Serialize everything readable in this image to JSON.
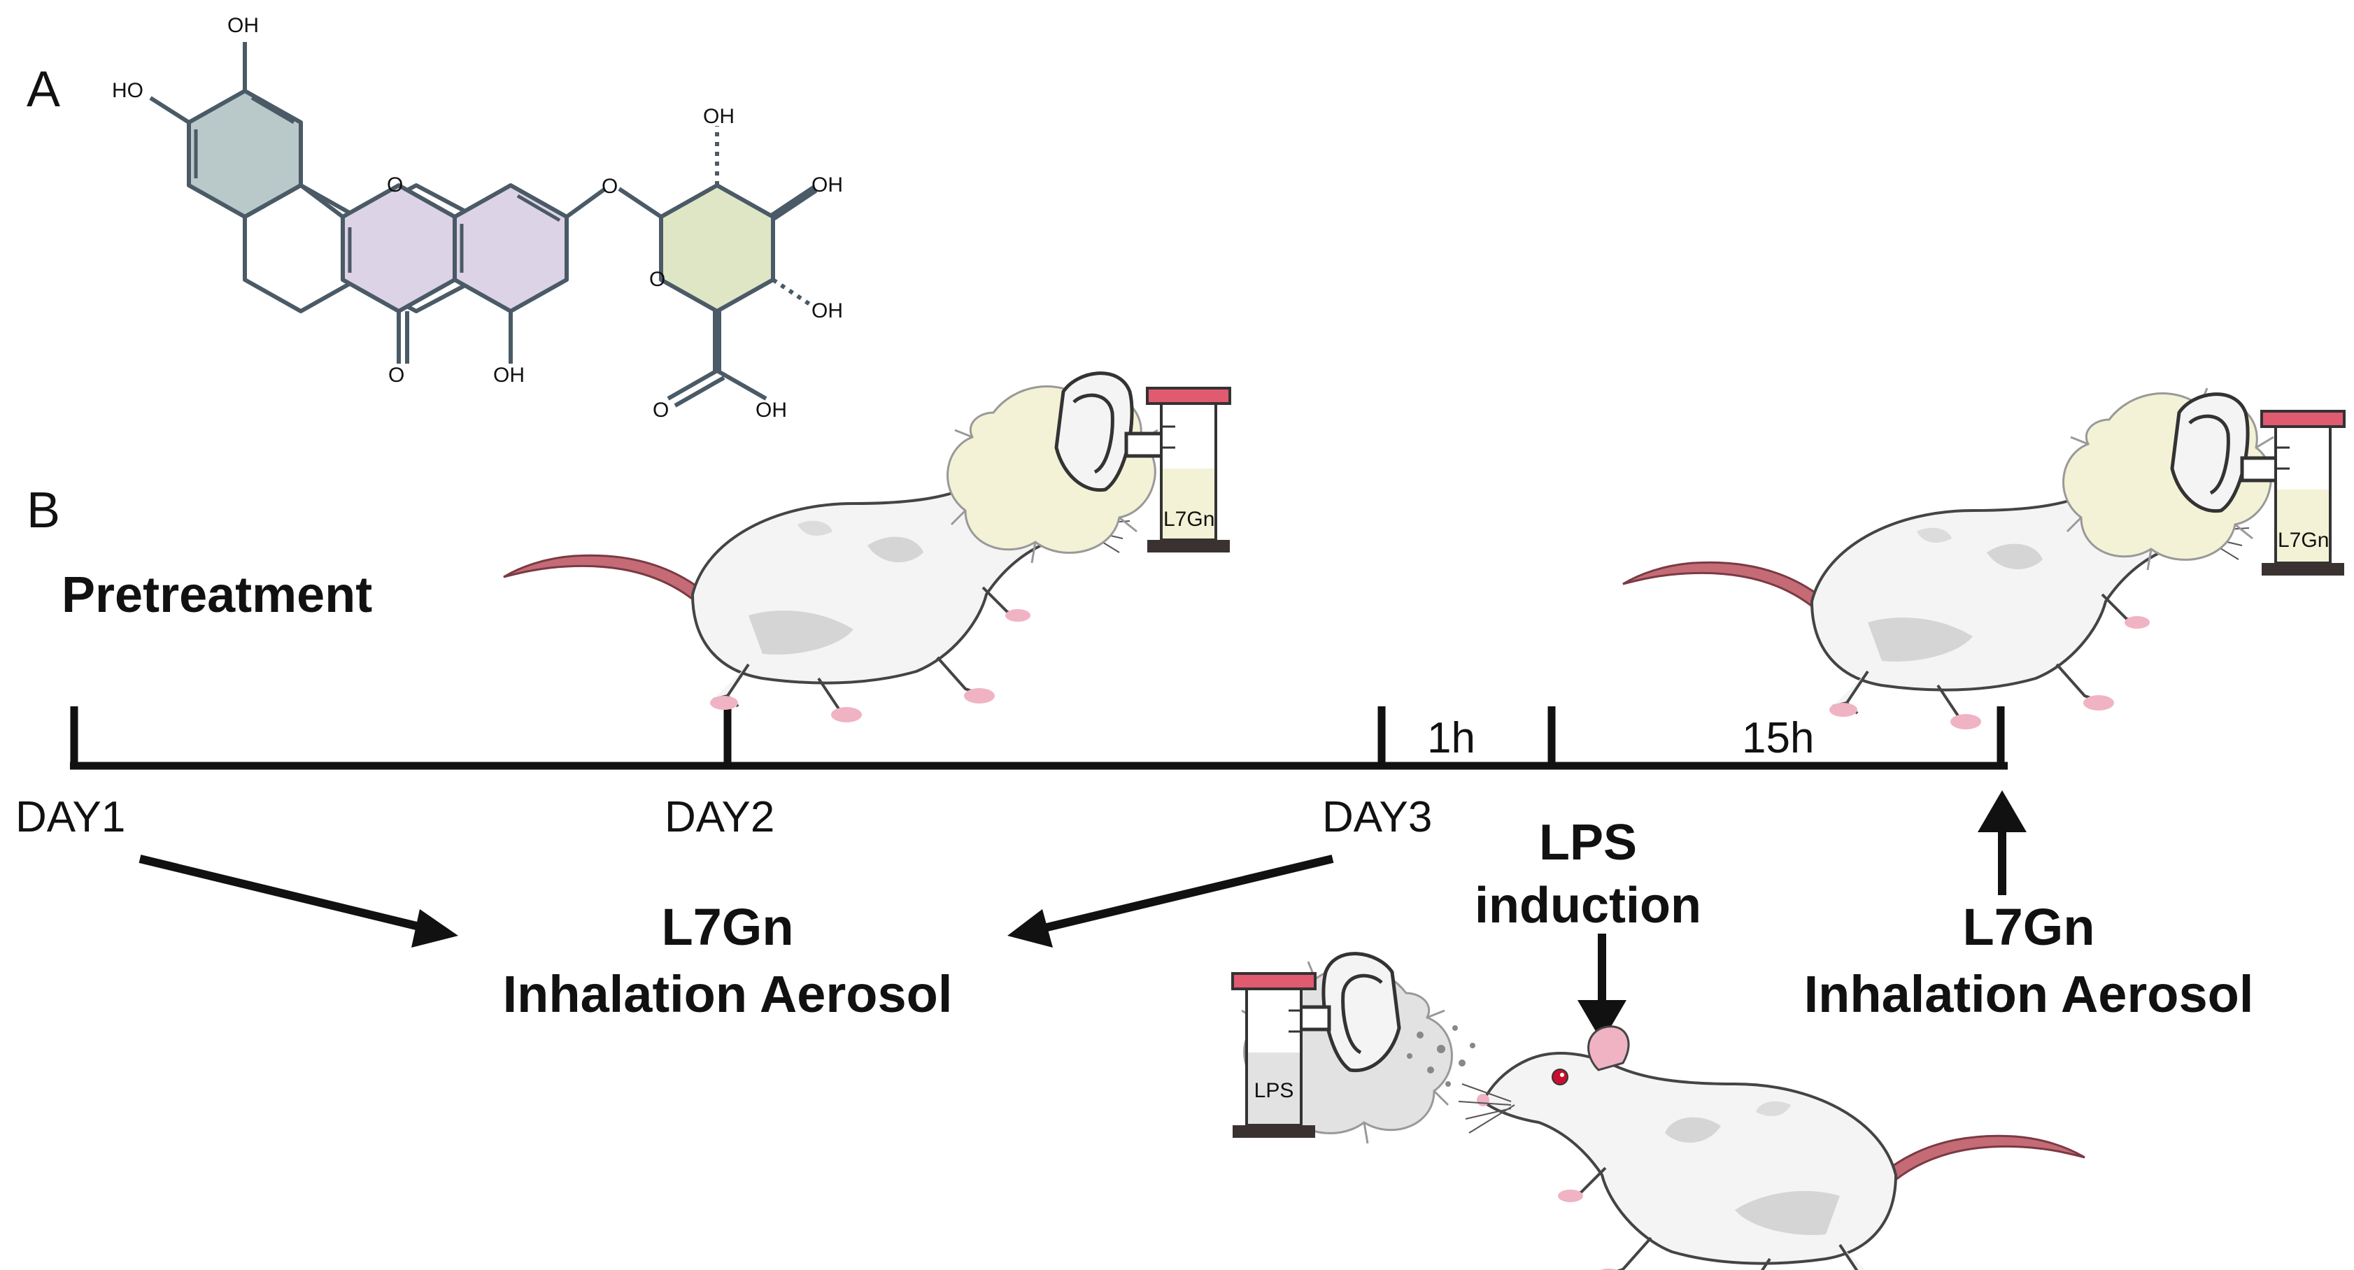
{
  "panels": {
    "a": "A",
    "b": "B"
  },
  "molecule": {
    "labels": [
      "OH",
      "HO",
      "O",
      "O",
      "O",
      "OH",
      "OH",
      "O",
      "OH",
      "OH",
      "O",
      "OH"
    ]
  },
  "timeline": {
    "heading": "Pretreatment",
    "days": [
      "DAY1",
      "DAY2",
      "DAY3"
    ],
    "intervals": [
      "1h",
      "15h"
    ],
    "events": {
      "lps_line1": "LPS",
      "lps_line2": "induction",
      "treat_a_line1": "L7Gn",
      "treat_a_line2": "Inhalation Aerosol",
      "treat_b_line1": "L7Gn",
      "treat_b_line2": "Inhalation Aerosol"
    }
  },
  "devices": {
    "bottle_label_treatment": "L7Gn",
    "bottle_label_lps": "LPS"
  },
  "colors": {
    "bond": "#4a5a66",
    "ring_phenyl": "#b9c8c9",
    "ring_chromone": "#ddd3e6",
    "ring_sugar": "#dfe6c6",
    "mouse_body": "#f4f4f4",
    "mouse_shade": "#d5d5d5",
    "tail": "#c56b75",
    "pink": "#f0b3c4",
    "aerosol_yellow": "#f3f2d6",
    "aerosol_grey": "#e2e2e2",
    "bottle_cap": "#e05a70",
    "bottle_base": "#3a3230"
  }
}
